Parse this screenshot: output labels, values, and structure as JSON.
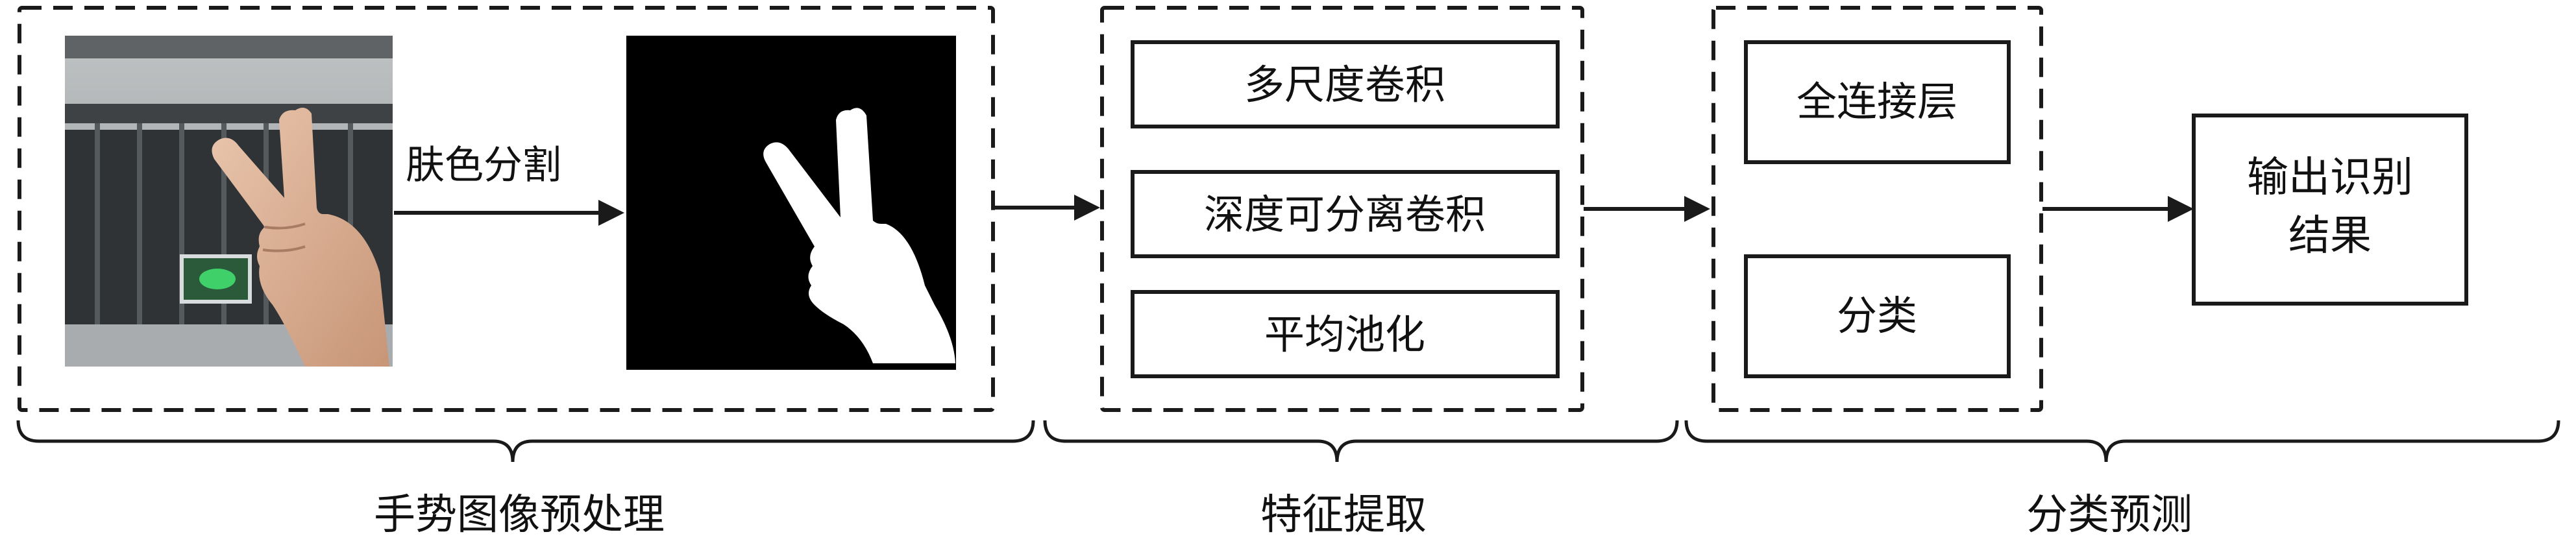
{
  "preprocess": {
    "arrow_label": "肤色分割",
    "section_label": "手势图像预处理"
  },
  "feature": {
    "boxes": [
      "多尺度卷积",
      "深度可分离卷积",
      "平均池化"
    ],
    "section_label": "特征提取"
  },
  "classify": {
    "boxes": [
      "全连接层",
      "分类"
    ],
    "section_label": "分类预测"
  },
  "output": {
    "line1": "输出识别",
    "line2": "结果"
  },
  "colors": {
    "stroke": "#1a1a1a",
    "background": "#ffffff",
    "mask_black": "#000000",
    "mask_white": "#ffffff"
  }
}
